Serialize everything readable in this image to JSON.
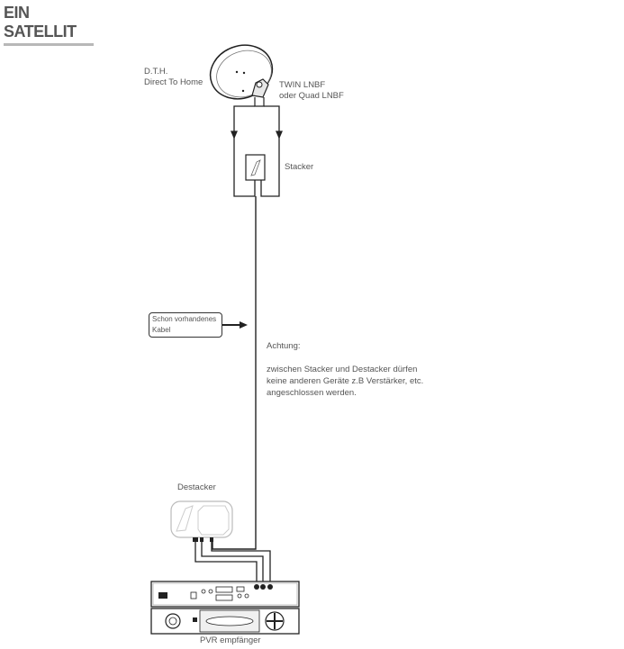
{
  "title": "EIN SATELLIT",
  "dish": {
    "line1": "D.T.H.",
    "line2": "Direct To Home"
  },
  "lnb": {
    "line1": "TWIN LNBF",
    "line2": "oder Quad LNBF"
  },
  "stacker": "Stacker",
  "existing_cable": {
    "line1": "Schon vorhandenes",
    "line2": "Kabel"
  },
  "warning": {
    "heading": "Achtung:",
    "line1": "zwischen Stacker und Destacker dürfen",
    "line2": "keine anderen Geräte z.B Verstärker, etc.",
    "line3": "angeschlossen werden."
  },
  "destacker": "Destacker",
  "receiver": "PVR empfänger",
  "colors": {
    "text": "#555555",
    "line": "#222222",
    "device": "#333333"
  }
}
